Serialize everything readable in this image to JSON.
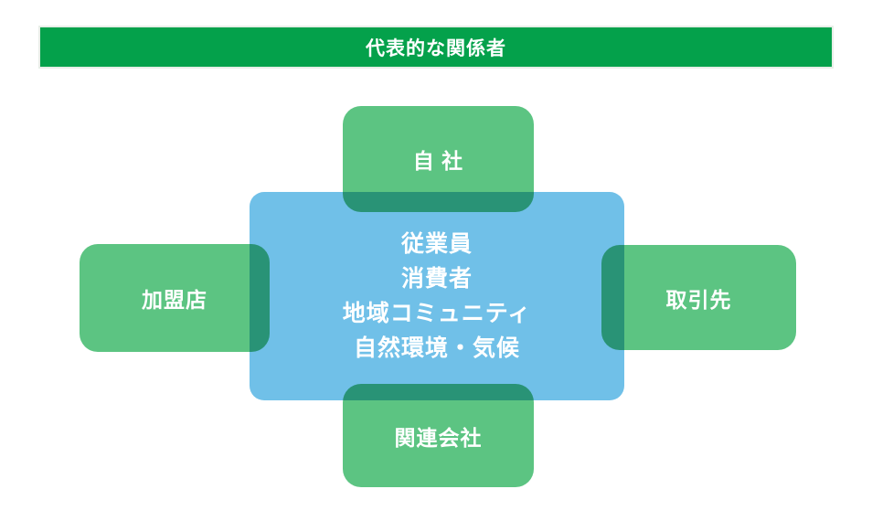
{
  "header": {
    "title": "代表的な関係者"
  },
  "diagram": {
    "top_box": {
      "label": "自 社"
    },
    "left_box": {
      "label": "加盟店"
    },
    "right_box": {
      "label": "取引先"
    },
    "bottom_box": {
      "label": "関連会社"
    },
    "center_box": {
      "lines": [
        "従業員",
        "消費者",
        "地域コミュニティ",
        "自然環境・気候"
      ]
    }
  },
  "colors": {
    "header_green": "#04a14b",
    "box_green": "#5cc482",
    "center_blue": "#70c0e8",
    "overlap_teal": "#2a9478",
    "text_white": "#ffffff"
  }
}
